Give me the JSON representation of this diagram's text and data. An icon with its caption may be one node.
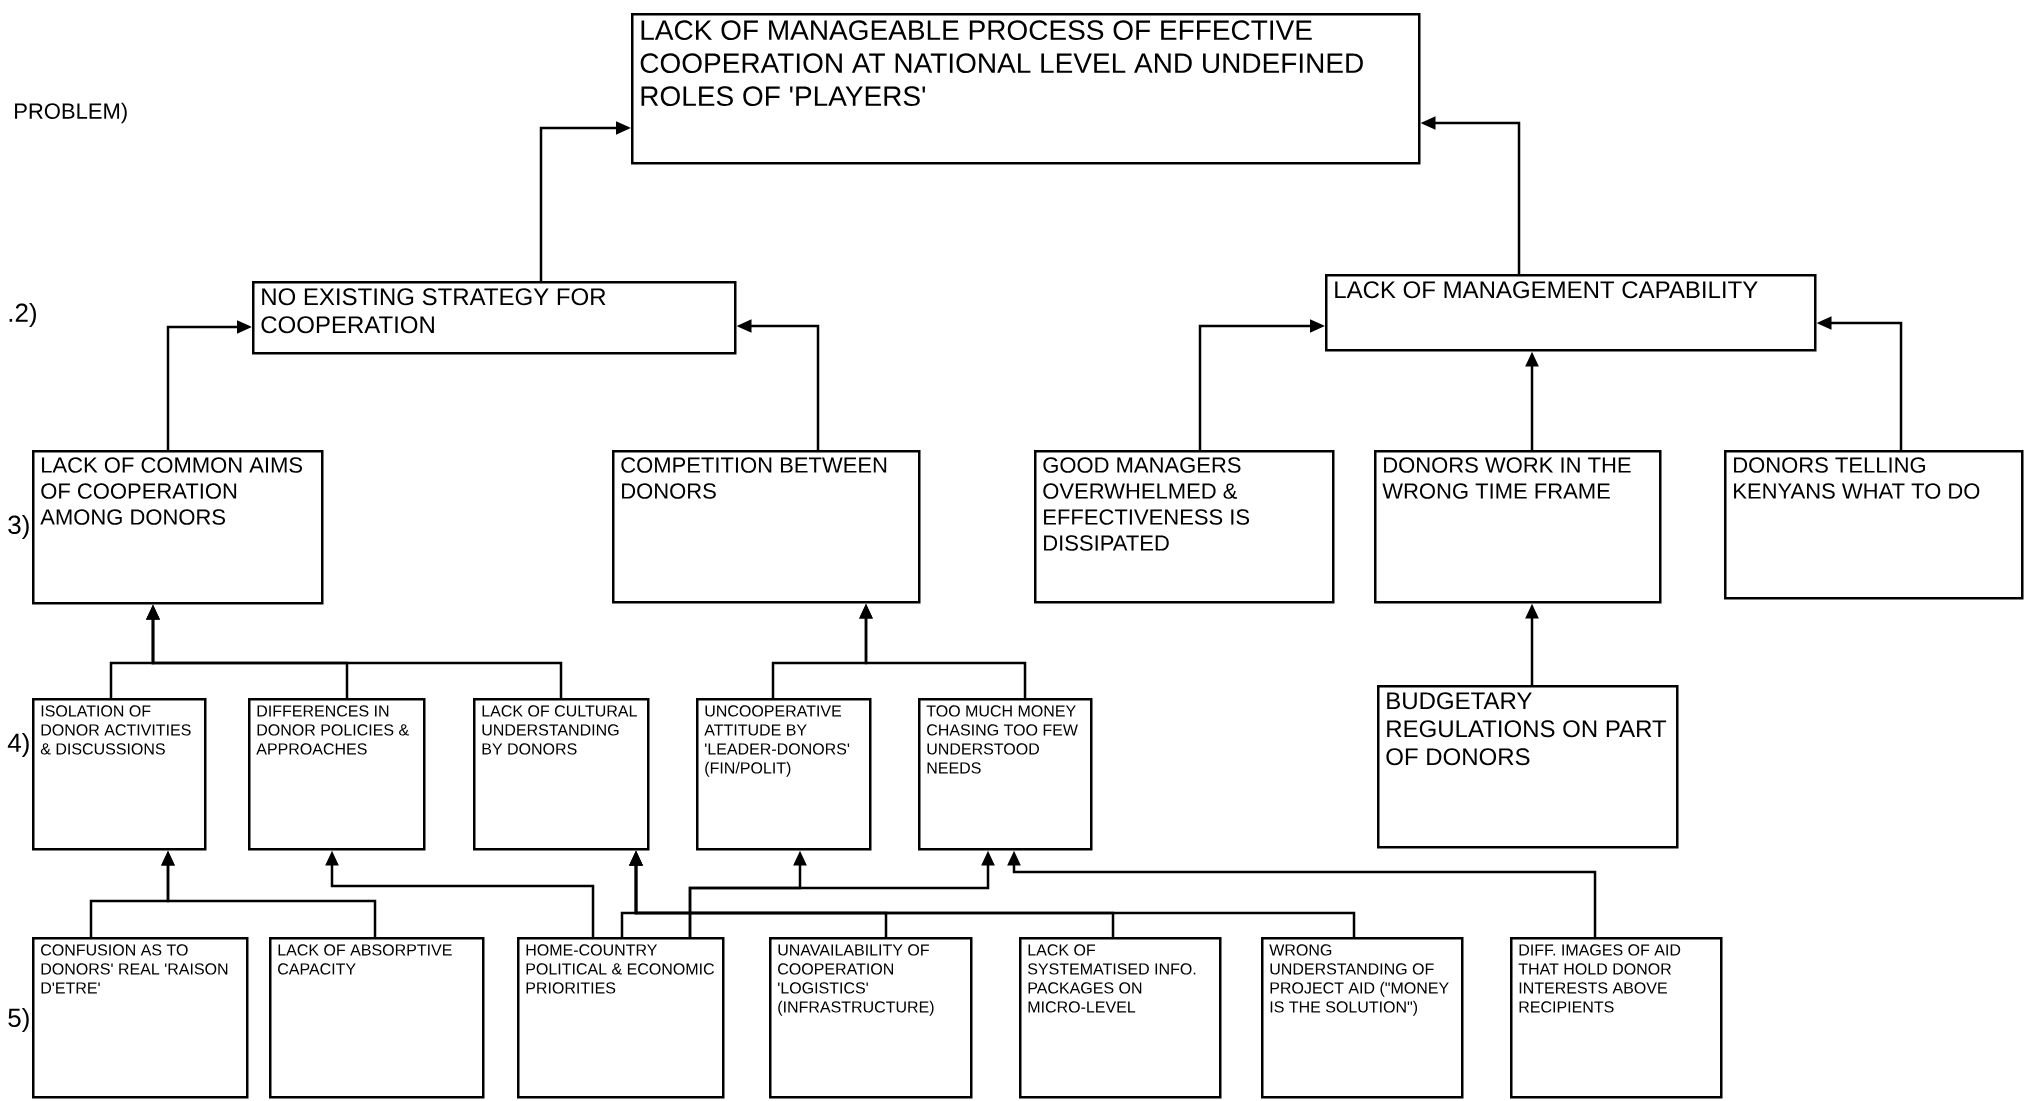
{
  "diagram": {
    "nodes": [
      {
        "text": [
          "LACK OF MANAGEABLE PROCESS OF EFFECTIVE COOPERATION AT NATIONAL LEVEL AND UNDEFINED ROLES OF 'PLAYERS'"
        ]
      },
      {
        "text": [
          "NO EXISTING STRATEGY FOR COOPERATION"
        ]
      },
      {
        "text": [
          "LACK OF MANAGEMENT CAPABILITY"
        ]
      },
      {
        "text": [
          "LACK OF COMMON AIMS OF COOPERATION AMONG DONORS"
        ]
      },
      {
        "text": [
          "COMPETITION BETWEEN DONORS"
        ]
      },
      {
        "text": [
          "GOOD MANAGERS OVERWHELMED & EFFECTIVENESS IS DISSIPATED"
        ]
      },
      {
        "text": [
          "DONORS WORK IN THE WRONG TIME FRAME"
        ]
      },
      {
        "text": [
          "DONORS TELLING KENYANS WHAT TO DO"
        ]
      },
      {
        "text": [
          "ISOLATION OF DONOR ACTIVITIES & DISCUSSIONS"
        ]
      },
      {
        "text": [
          "DIFFERENCES IN DONOR POLICIES & APPROACHES"
        ]
      },
      {
        "text": [
          "LACK OF CULTURAL UNDERSTANDING BY DONORS"
        ]
      },
      {
        "text": [
          "UNCOOPERATIVE ATTITUDE BY 'LEADER-DONORS' (FIN/POLIT)"
        ]
      },
      {
        "text": [
          "TOO MUCH MONEY CHASING TOO FEW UNDERSTOOD NEEDS"
        ]
      },
      {
        "text": [
          "BUDGETARY REGULATIONS ON PART OF DONORS"
        ]
      },
      {
        "text": [
          "CONFUSION AS TO DONORS' REAL 'RAISON D'ETRE'"
        ]
      },
      {
        "text": [
          "LACK OF ABSORPTIVE CAPACITY"
        ]
      },
      {
        "text": [
          "HOME-COUNTRY POLITICAL & ECONOMIC PRIORITIES"
        ]
      },
      {
        "text": [
          "UNAVAILABILITY OF COOPERATION 'LOGISTICS' (INFRASTRUCTURE)"
        ]
      },
      {
        "text": [
          "LACK OF SYSTEMATISED INFO. PACKAGES ON MICRO-LEVEL"
        ]
      },
      {
        "text": [
          "WRONG UNDERSTANDING OF PROJECT AID (\"MONEY IS THE SOLUTION\")"
        ]
      },
      {
        "text": [
          "DIFF. IMAGES OF AID THAT HOLD DONOR INTERESTS ABOVE RECIPIENTS"
        ]
      }
    ],
    "edges": [
      {
        "from": 1,
        "to": 0,
        "arrow": "to"
      },
      {
        "from": 2,
        "to": 0,
        "arrow": "to"
      },
      {
        "from": 3,
        "to": 1,
        "arrow": "to"
      },
      {
        "from": 4,
        "to": 1,
        "arrow": "to"
      },
      {
        "from": 5,
        "to": 2,
        "arrow": "to"
      },
      {
        "from": 6,
        "to": 2,
        "arrow": "to"
      },
      {
        "from": 7,
        "to": 2,
        "arrow": "to"
      },
      {
        "from": 8,
        "to": 3,
        "arrow": "to"
      },
      {
        "from": 9,
        "to": 3,
        "arrow": "to"
      },
      {
        "from": 10,
        "to": 3,
        "arrow": "to"
      },
      {
        "from": 11,
        "to": 4,
        "arrow": "to"
      },
      {
        "from": 12,
        "to": 4,
        "arrow": "to"
      },
      {
        "from": 13,
        "to": 6,
        "arrow": "to"
      },
      {
        "from": 14,
        "to": 8,
        "arrow": "to"
      },
      {
        "from": 15,
        "to": 8,
        "arrow": "to"
      },
      {
        "from": 16,
        "to": 9,
        "arrow": "to"
      },
      {
        "from": 16,
        "to": 10,
        "arrow": "to"
      },
      {
        "from": 17,
        "to": 10,
        "arrow": "to"
      },
      {
        "from": 18,
        "to": 10,
        "arrow": "to"
      },
      {
        "from": 19,
        "to": 10,
        "arrow": "to"
      },
      {
        "from": 16,
        "to": 11,
        "arrow": "to"
      },
      {
        "from": 16,
        "to": 12,
        "arrow": "to"
      },
      {
        "from": 20,
        "to": 12,
        "arrow": "to"
      }
    ],
    "labels": [
      "PROBLEM)",
      ".2)",
      "3)",
      "4)",
      "5)"
    ]
  }
}
